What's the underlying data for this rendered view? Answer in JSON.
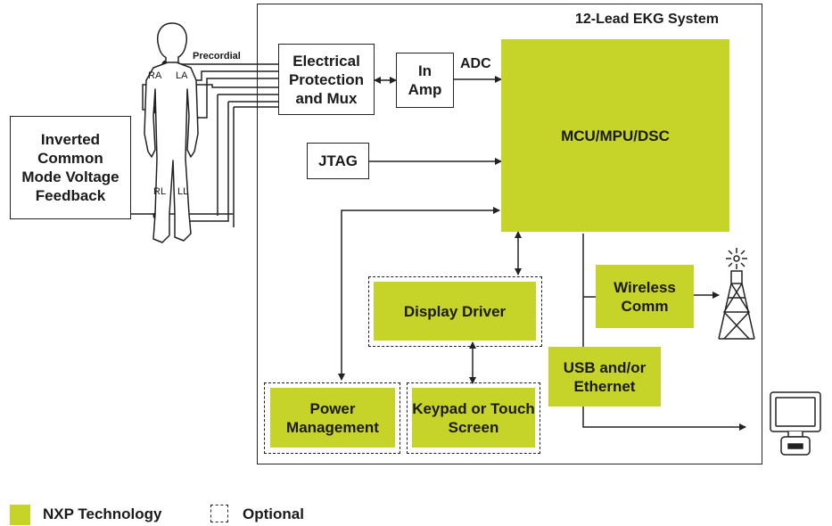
{
  "system": {
    "title": "12-Lead EKG System"
  },
  "blocks": {
    "electrical": "Electrical Protection and Mux",
    "in_amp": "In Amp",
    "mcu": "MCU/MPU/DSC",
    "jtag": "JTAG",
    "wireless": "Wireless Comm",
    "display": "Display Driver",
    "usb": "USB and/or Ethernet",
    "power": "Power Management",
    "keypad": "Keypad or Touch Screen",
    "feedback": "Inverted Common Mode Voltage Feedback"
  },
  "labels": {
    "adc": "ADC",
    "precordial": "Precordial",
    "ra": "RA",
    "la": "LA",
    "rl": "RL",
    "ll": "LL"
  },
  "legend": {
    "nxp": "NXP Technology",
    "optional": "Optional"
  },
  "colors": {
    "nxp_green": "#c6d42a",
    "line": "#222222"
  },
  "icons": [
    "human-figure-icon",
    "antenna-tower-icon",
    "computer-monitor-icon"
  ]
}
